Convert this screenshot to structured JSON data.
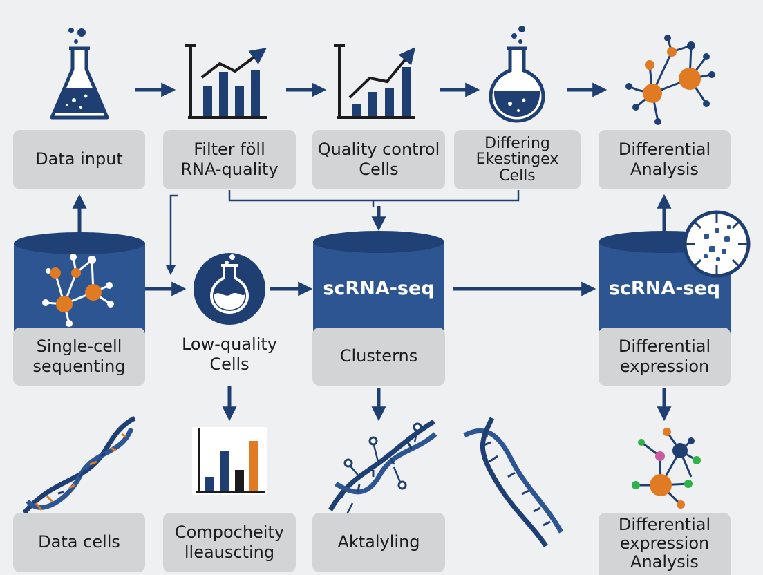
{
  "top_row": {
    "data_input": "Data input",
    "filter": "Filter föll\nRNA-quality",
    "quality_control": "Quality control\nCells",
    "differing": "Differing\nEkestingex\nCells",
    "differential_analysis": "Differential\nAnalysis"
  },
  "middle_row": {
    "single_cell": "Single-cell\nsequenting",
    "low_quality": "Low-quality\nCells",
    "cyl_center_title": "scRNA-seq",
    "clusters": "Clusterns",
    "cyl_right_title": "scRNA-seq",
    "differential_expression": "Differential\nexpression"
  },
  "bottom_row": {
    "data_cells": "Data cells",
    "compocheity": "Compocheity\nlleauscting",
    "aktalyling": "Aktalyling",
    "differential_expression_analysis": "Differential\nexpression\nAnalysis"
  },
  "colors": {
    "navy": "#1f3f73",
    "cylinder": "#2c5592",
    "cylinder_top": "#1f4175",
    "orange": "#e07b24",
    "box": "#d3d4d6",
    "background": "#eef0f2"
  },
  "icons": {
    "data_input": "flask-icon",
    "filter": "bar-chart-trend-icon",
    "quality_control": "bar-chart-trend-icon",
    "differing": "flask-icon",
    "differential_analysis": "network-graph-icon",
    "single_cell": "network-graph-icon",
    "low_quality": "flask-circle-icon",
    "cell_target": "cell-target-icon",
    "data_cells": "dna-helix-icon",
    "compocheity": "bar-chart-icon",
    "aktalyling": "dna-helix-icon",
    "dna_extra": "dna-helix-icon",
    "differential_expression_analysis": "network-graph-icon"
  }
}
